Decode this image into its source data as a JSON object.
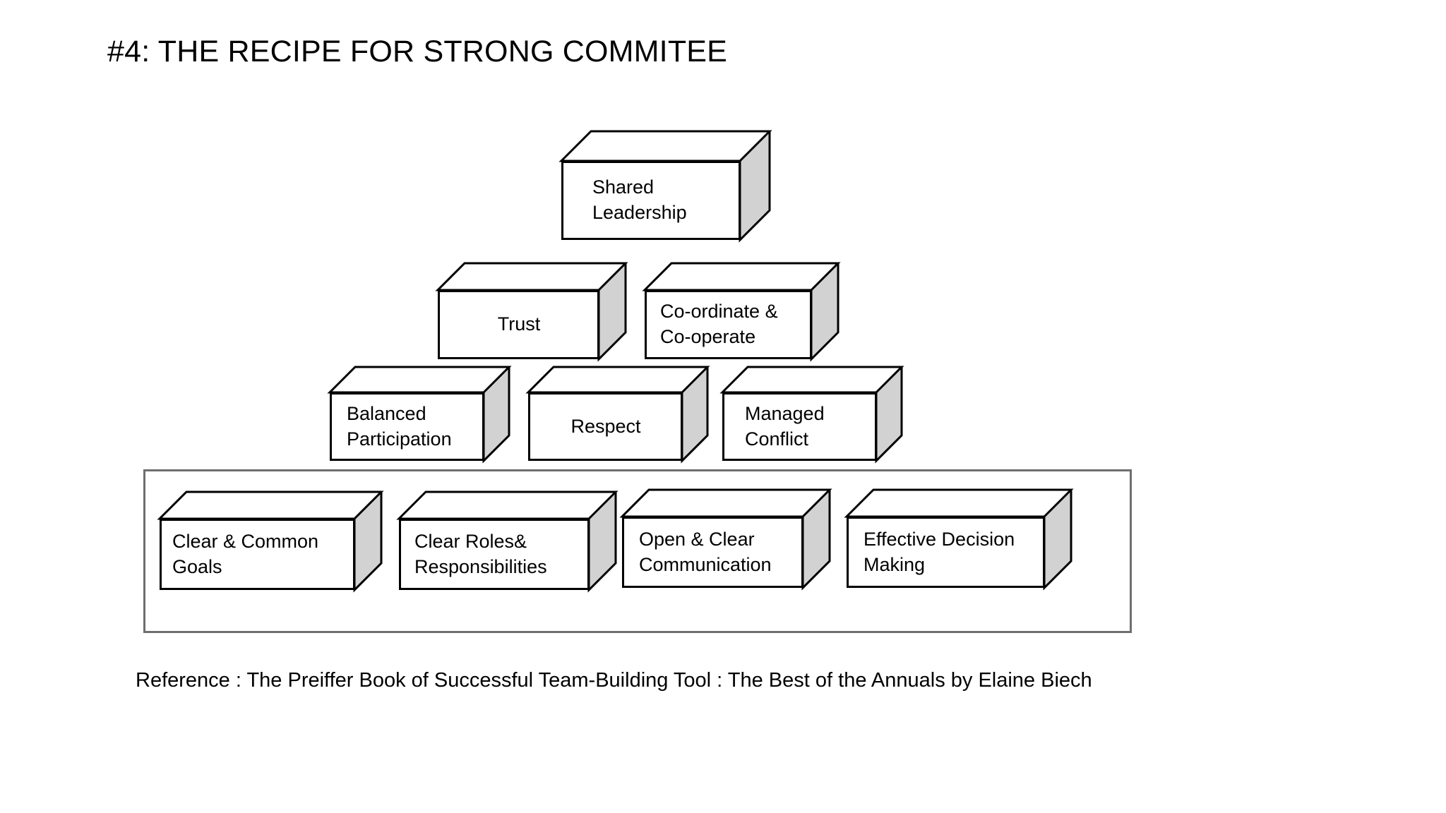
{
  "slide": {
    "title": "#4: THE RECIPE FOR STRONG COMMITEE",
    "reference": "Reference : The Preiffer Book of Successful Team-Building Tool : The Best of the Annuals by Elaine Biech"
  },
  "colors": {
    "front_face": "#ffffff",
    "top_face": "#ffffff",
    "side_face": "#d2d2d2",
    "outline": "#000000",
    "container_border": "#6e6e6e",
    "text": "#000000",
    "background": "#ffffff"
  },
  "pyramid": {
    "levels": [
      {
        "level": 1,
        "name": "apex",
        "blocks": [
          {
            "id": "shared-leadership",
            "lines": [
              "Shared",
              "Leadership"
            ],
            "align": "left"
          }
        ]
      },
      {
        "level": 2,
        "name": "second-tier",
        "blocks": [
          {
            "id": "trust",
            "lines": [
              "Trust"
            ],
            "align": "center"
          },
          {
            "id": "coordinate-cooperate",
            "lines": [
              "Co-ordinate &",
              "Co-operate"
            ],
            "align": "left"
          }
        ]
      },
      {
        "level": 3,
        "name": "third-tier",
        "blocks": [
          {
            "id": "balanced-participation",
            "lines": [
              "Balanced",
              "Participation"
            ],
            "align": "left"
          },
          {
            "id": "respect",
            "lines": [
              "Respect"
            ],
            "align": "center"
          },
          {
            "id": "managed-conflict",
            "lines": [
              "Managed",
              "Conflict"
            ],
            "align": "left"
          }
        ]
      },
      {
        "level": 4,
        "name": "foundation",
        "blocks": [
          {
            "id": "clear-common-goals",
            "lines": [
              "Clear & Common",
              "Goals"
            ],
            "align": "left"
          },
          {
            "id": "clear-roles-responsibilities",
            "lines": [
              "Clear Roles&",
              "Responsibilities"
            ],
            "align": "left"
          },
          {
            "id": "open-clear-communication",
            "lines": [
              "Open & Clear",
              "Communication"
            ],
            "align": "left"
          },
          {
            "id": "effective-decision-making",
            "lines": [
              "Effective Decision",
              "Making"
            ],
            "align": "left"
          }
        ]
      }
    ]
  }
}
